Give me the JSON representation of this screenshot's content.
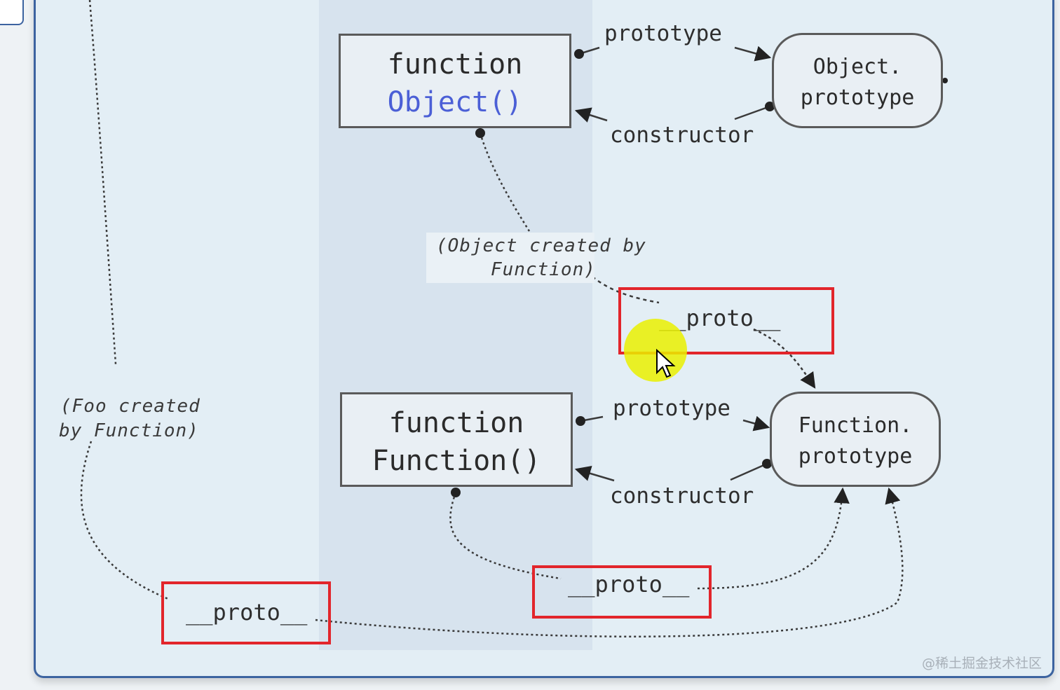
{
  "nodes": {
    "function_object": {
      "line1": "function",
      "line2": "Object()"
    },
    "object_prototype": {
      "line1": "Object.",
      "line2": "prototype"
    },
    "function_function": {
      "line1": "function",
      "line2": "Function()"
    },
    "function_prototype": {
      "line1": "Function.",
      "line2": "prototype"
    }
  },
  "labels": {
    "prototype_top": "prototype",
    "constructor_top": "constructor",
    "prototype_bottom": "prototype",
    "constructor_bottom": "constructor",
    "object_created_by_line1": "(Object created by",
    "object_created_by_line2": "Function)",
    "foo_created_by_line1": "(Foo created",
    "foo_created_by_line2": "by Function)",
    "proto_upper": "__proto__",
    "proto_middle": "__proto__",
    "proto_left": "__proto__"
  },
  "watermark": "@稀土掘金技术社区",
  "colors": {
    "highlight": "#e2252b",
    "keyword": "#4b5fd6",
    "cursor": "#eaf000"
  }
}
